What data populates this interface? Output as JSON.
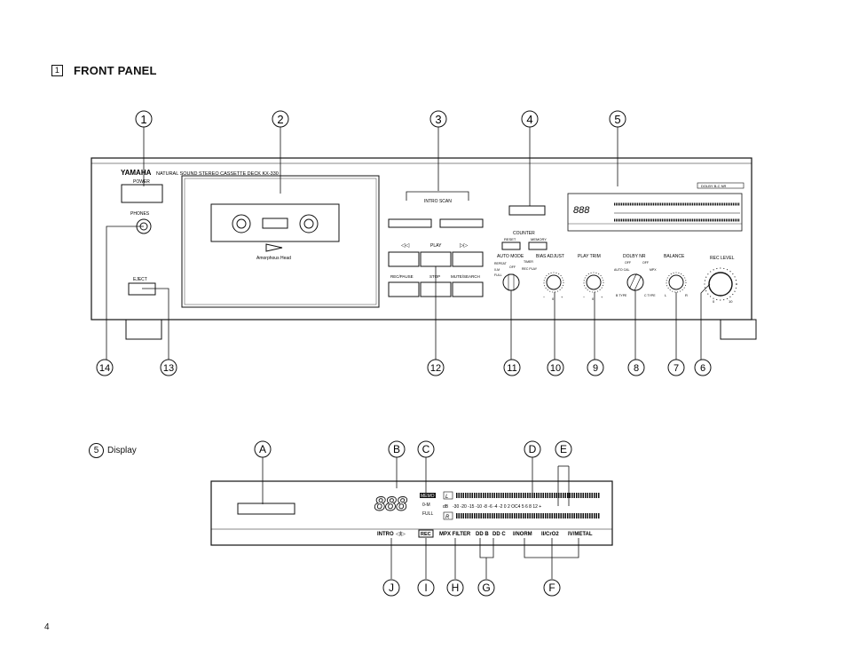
{
  "section": {
    "number": "1",
    "title": "FRONT PANEL"
  },
  "unit": {
    "brand": "YAMAHA",
    "model_line": "NATURAL SOUND  STEREO CASSETTE DECK  KX-330",
    "dolby_badge": "DOLBY B-C NR",
    "power": "POWER",
    "phones": "PHONES",
    "eject": "EJECT",
    "amorphous_head": "Amorphous Head",
    "intro_scan": "INTRO SCAN",
    "counter": "COUNTER",
    "reset": "RESET",
    "memory": "MEMORY",
    "play": "PLAY",
    "rec_pause": "REC/PAUSE",
    "stop": "STOP",
    "mute_search": "MUTE/SEARCH",
    "auto_mode": "AUTO MODE",
    "auto_mode_opts": {
      "repeat": "REPEAT",
      "timer": "TIMER",
      "off": "OFF",
      "rec_play": "REC PLAY",
      "full": "FULL",
      "c_m": "0-M"
    },
    "bias_adjust": "BIAS ADJUST",
    "play_trim": "PLAY TRIM",
    "dolby_nr": "DOLBY NR",
    "dolby_opts": {
      "off": "OFF",
      "auto_cal": "AUTO CAL",
      "mpx": "MPX",
      "b_type": "B TYPE",
      "c_type": "C TYPE"
    },
    "balance": "BALANCE",
    "balance_lr": {
      "l": "L",
      "r": "R"
    },
    "rec_level": "REC LEVEL",
    "knob_scale": {
      "minus": "−",
      "zero": "0",
      "plus": "+"
    },
    "rec_scale": {
      "min": "0",
      "max": "10"
    }
  },
  "callouts_top": [
    "1",
    "2",
    "3",
    "4",
    "5"
  ],
  "callouts_bottom": [
    "14",
    "13",
    "12",
    "11",
    "10",
    "9",
    "8",
    "7",
    "6"
  ],
  "display": {
    "label_num": "5",
    "label_text": "Display",
    "digits": "888",
    "memo": "MEMO",
    "c_m": "0-M",
    "full": "FULL",
    "ch_l": "L",
    "ch_r": "R",
    "db": "dB",
    "scale": "-30 -20 -15 -10 -8 -6 -4 -2 0 2 OC4 5 6 8 12 +",
    "intro": "INTRO",
    "rec": "REC",
    "mpx_filter": "MPX FILTER",
    "dolby_b": "DD B",
    "dolby_c": "DD C",
    "normal": "I/NORM",
    "crome": "II/CrO2",
    "metal": "IV/METAL",
    "letters_top": [
      "A",
      "B",
      "C",
      "D",
      "E"
    ],
    "letters_bottom": [
      "J",
      "I",
      "H",
      "G",
      "F"
    ]
  },
  "page_number": "4"
}
